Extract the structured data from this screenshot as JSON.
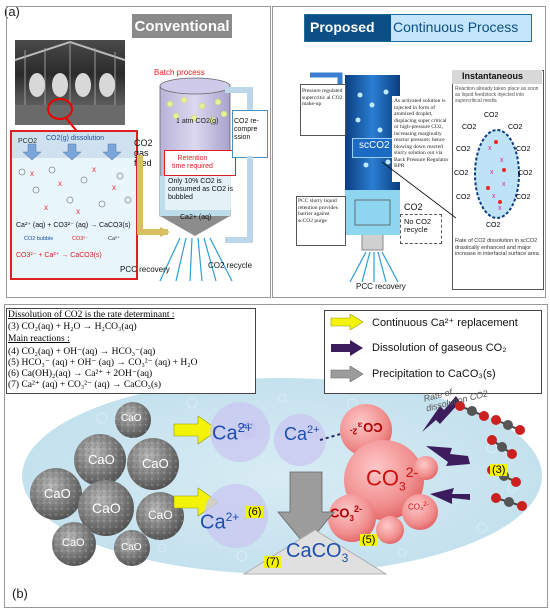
{
  "panel_a": {
    "label": "(a)",
    "conventional": {
      "title": "Conventional",
      "batch_process": "Batch process",
      "tank_label": "1 atm CO2(g)",
      "retention": "Retention\ntime required",
      "co2_gas_feed": "CO2\ngas\nfeed",
      "only_10": "Only 10% CO2 is\nconsumed as CO2 is\nbubbled",
      "ca2_aq": "Ca2+ (aq)",
      "co2_recompression": "CO2 re-\ncompre\nssion",
      "pcc_recovery": "PCC recovery",
      "co2_recycle": "CO2 recycle",
      "inset_pco2": "PCO2",
      "inset_dissolution": "CO2(g) dissolution",
      "inset_reaction": "Ca²⁺ (aq) + CO3²⁻ (aq) → CaCO3(s)",
      "inset_legend1": "CO2 bubble",
      "inset_legend2": "CO3²⁻",
      "inset_legend3": "Ca²⁺",
      "inset_reaction2": "CO3²⁻ + Ca²⁺ → CaCO3(s)"
    },
    "proposed": {
      "title_a": "Proposed",
      "title_b": "Continuous Process",
      "pressure_text": "Pressure regulated supercritic al CO2 make-up",
      "activated_text": "As activated solution is injected in form of atomized droplet, displacing super critical or high-pressure CO2, increasing marginally reactor pressure; hence blowing down reacted slurry solution out via Back Pressure Regulator BPR",
      "scco2": "scCO2",
      "pcc_slurry": "PCC slurry liquid retention provides barrier against scCO2 purge",
      "co2_label": "CO2",
      "no_co2_recycle": "No CO2 recycle",
      "pcc_recovery": "PCC recovery",
      "instantaneous": "Instantaneous",
      "inst_text": "Reaction already taken place as soon as liquid feedstock injected into supercritical media",
      "co2_words": [
        "CO2",
        "CO2",
        "CO2",
        "CO2",
        "CO2",
        "CO2",
        "CO2",
        "CO2",
        "CO2",
        "CO2"
      ],
      "rate_text": "Rate of CO2 dissolution in scCO2 drastically enhanced and major increase in interfacial surface area"
    }
  },
  "panel_b": {
    "label": "(b)",
    "dissolution_title": "Dissolution of CO2 is the rate determinant :",
    "eq3": "(3) CO₂(aq) + H₂O → H₂CO₃(aq)",
    "main_reactions": "Main reactions :",
    "eq4": "(4)  CO₂(aq) + OH⁻(aq) → HCO₃⁻(aq)",
    "eq5": "(5) HCO₃⁻ (aq) + OH⁻ (aq) → CO₃²⁻ (aq) + H₂O",
    "eq6": "(6) Ca(OH)₂(aq) → Ca²⁺ + 2OH⁻(aq)",
    "eq7": "(7)  Ca²⁺ (aq) + CO₃²⁻ (aq) → CaCO₃(s)",
    "legend": [
      {
        "label": "Continuous Ca²⁺ replacement",
        "color": "#f3f30a"
      },
      {
        "label": "Dissolution of gaseous CO₂",
        "color": "#3b1d5e"
      },
      {
        "label": "Precipitation to CaCO₃(s)",
        "color": "#9c9c9c"
      }
    ],
    "cao_labels": [
      "CaO",
      "CaO",
      "CaO",
      "CaO",
      "CaO",
      "CaO",
      "CaO",
      "CaO"
    ],
    "ca2_big": "Ca",
    "ca2_sup": "2+",
    "ca2_mid": "Ca",
    "ca2_mid_sup": "2+",
    "ca2_lower": "Ca",
    "ca2_lower_sup": "2+",
    "ca2_small": "Ca²⁺",
    "co3_big": "CO",
    "co3_big_sub": "3",
    "co3_sup": "2-",
    "co3_bold": "CO",
    "co3_bold_sub": "3",
    "co3_bold_sup": "2-",
    "co3_small": "CO₃",
    "co3_small_sup": "2-",
    "co3_flip": "CO₃",
    "co3_flip_sup": "2-",
    "caco3": "CaCO",
    "caco3_sub": "3",
    "num3": "(3)",
    "num5": "(5)",
    "num6": "(6)",
    "num7": "(7)",
    "rate_label": "Rate of\ndissolution CO2"
  }
}
